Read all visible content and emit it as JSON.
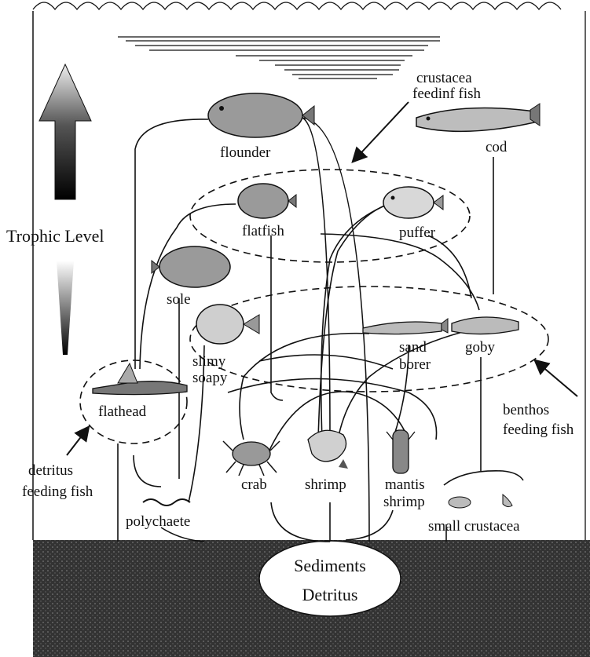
{
  "labels": {
    "crustacea_fish_line1": "crustacea",
    "crustacea_fish_line2": "feedinf fish",
    "flounder": "flounder",
    "cod": "cod",
    "flatfish": "flatfish",
    "puffer": "puffer",
    "trophic_level": "Trophic Level",
    "sole": "sole",
    "slimy_line1": "slimy",
    "slimy_line2": "soapy",
    "sand_borer_line1": "sand",
    "sand_borer_line2": "borer",
    "goby": "goby",
    "flathead": "flathead",
    "benthos_line1": "benthos",
    "benthos_line2": "feeding fish",
    "detritus_fish_line1": "detritus",
    "detritus_fish_line2": "feeding fish",
    "crab": "crab",
    "shrimp": "shrimp",
    "mantis_line1": "mantis",
    "mantis_line2": "shrimp",
    "polychaete": "polychaete",
    "small_crustacea": "small crustacea",
    "sediments": "Sediments",
    "detritus": "Detritus"
  },
  "colors": {
    "ink": "#111111",
    "sediment": "#2a2a2a",
    "fish_fill": "#9a9a9a"
  }
}
